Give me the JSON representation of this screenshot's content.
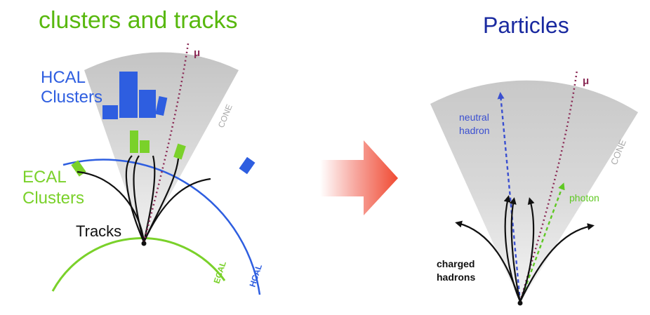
{
  "left_panel": {
    "title": "clusters and tracks",
    "hcal_clusters_line1": "HCAL",
    "hcal_clusters_line2": "Clusters",
    "ecal_clusters_line1": "ECAL",
    "ecal_clusters_line2": "Clusters",
    "tracks": "Tracks",
    "cone": "CONE",
    "ecal_arc": "ECAL",
    "hcal_arc": "HCAL",
    "mu": "μ"
  },
  "right_panel": {
    "title": "Particles",
    "neutral_line1": "neutral",
    "neutral_line2": "hadron",
    "photon": "photon",
    "charged_line1": "charged",
    "charged_line2": "hadrons",
    "cone": "CONE",
    "mu": "μ"
  },
  "colors": {
    "title_green": "#58b80e",
    "title_blue": "#1a2aa0",
    "hcal_blue": "#2e5ee0",
    "ecal_green": "#7ad12a",
    "muon": "#8a2a55",
    "neutral_blue": "#3a4fd0",
    "photon_green": "#5fc823",
    "arrow_red": "#f0503a",
    "cone_gray": "#c8c8c8"
  }
}
